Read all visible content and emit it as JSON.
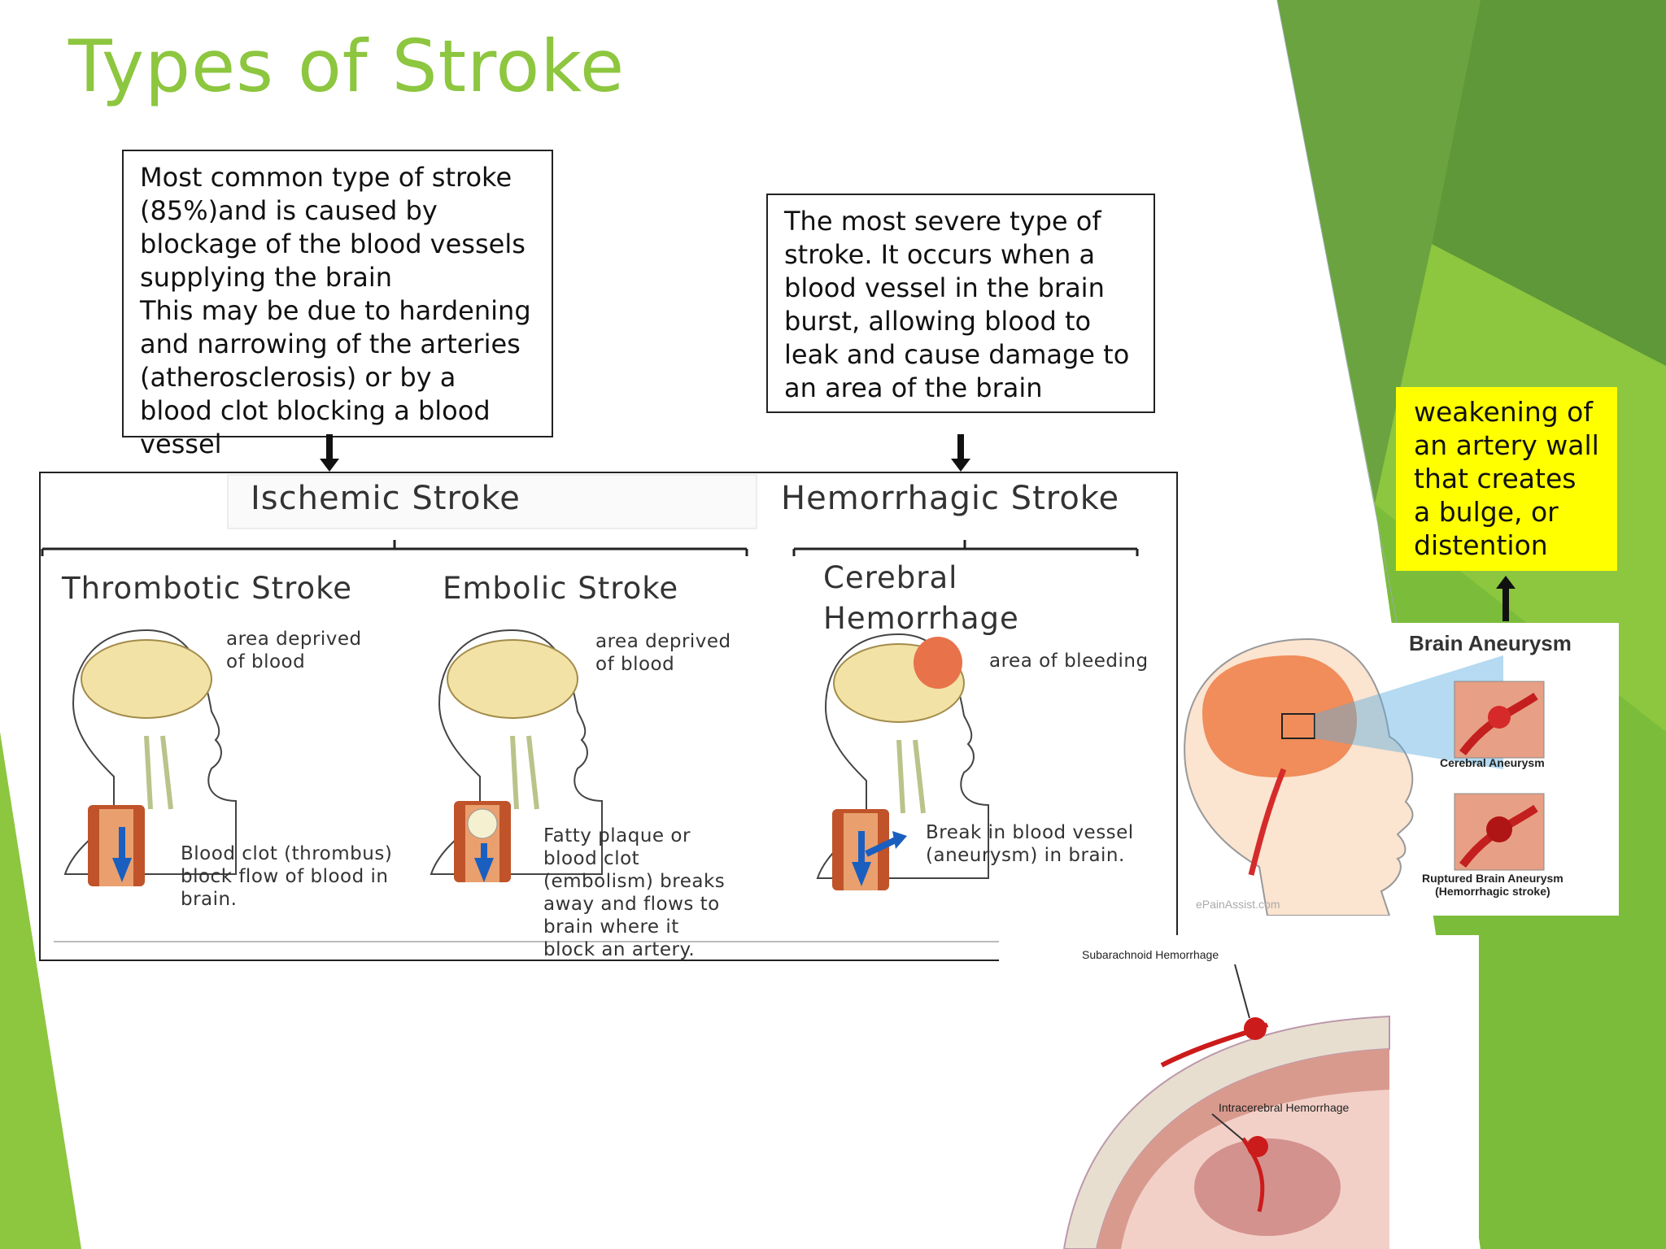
{
  "slide": {
    "title": "Types of Stroke",
    "colors": {
      "accent_green": "#8dc63f",
      "dark_green": "#5f9a3a",
      "highlight_yellow": "#ffff00"
    }
  },
  "notes": {
    "ischemic_description": "Most common type of stroke (85%)and is caused by blockage of the blood vessels supplying the brain\nThis may be due to hardening and narrowing of the arteries (atherosclerosis) or by a blood clot blocking a blood vessel",
    "hemorrhagic_description": "The most severe type of stroke. It occurs when a blood vessel in the brain burst, allowing blood to leak and cause damage to an area of the brain",
    "aneurysm_definition": "weakening of an artery wall that creates a bulge, or distention"
  },
  "diagram": {
    "ischemic_header": "Ischemic Stroke",
    "hemorrhagic_header": "Hemorrhagic Stroke",
    "thrombotic": {
      "title": "Thrombotic Stroke",
      "area_label": "area deprived\nof blood",
      "caption": "Blood clot (thrombus)\nblock flow of blood in\nbrain."
    },
    "embolic": {
      "title": "Embolic Stroke",
      "area_label": "area deprived\nof blood",
      "caption": "Fatty plaque or\nblood clot\n(embolism) breaks\naway and flows to\nbrain where it\nblock an artery."
    },
    "cerebral": {
      "title": "Cerebral\nHemorrhage",
      "area_label": "area of bleeding",
      "caption": "Break in blood vessel\n(aneurysm) in brain."
    }
  },
  "aneurysm_image": {
    "title": "Brain Aneurysm",
    "label_1": "Cerebral Aneurysm",
    "label_2": "Ruptured Brain Aneurysm\n(Hemorrhagic stroke)",
    "watermark": "ePainAssist.com"
  },
  "hemorrhage_image": {
    "label_1": "Subarachnoid Hemorrhage",
    "label_2": "Intracerebral Hemorrhage"
  }
}
